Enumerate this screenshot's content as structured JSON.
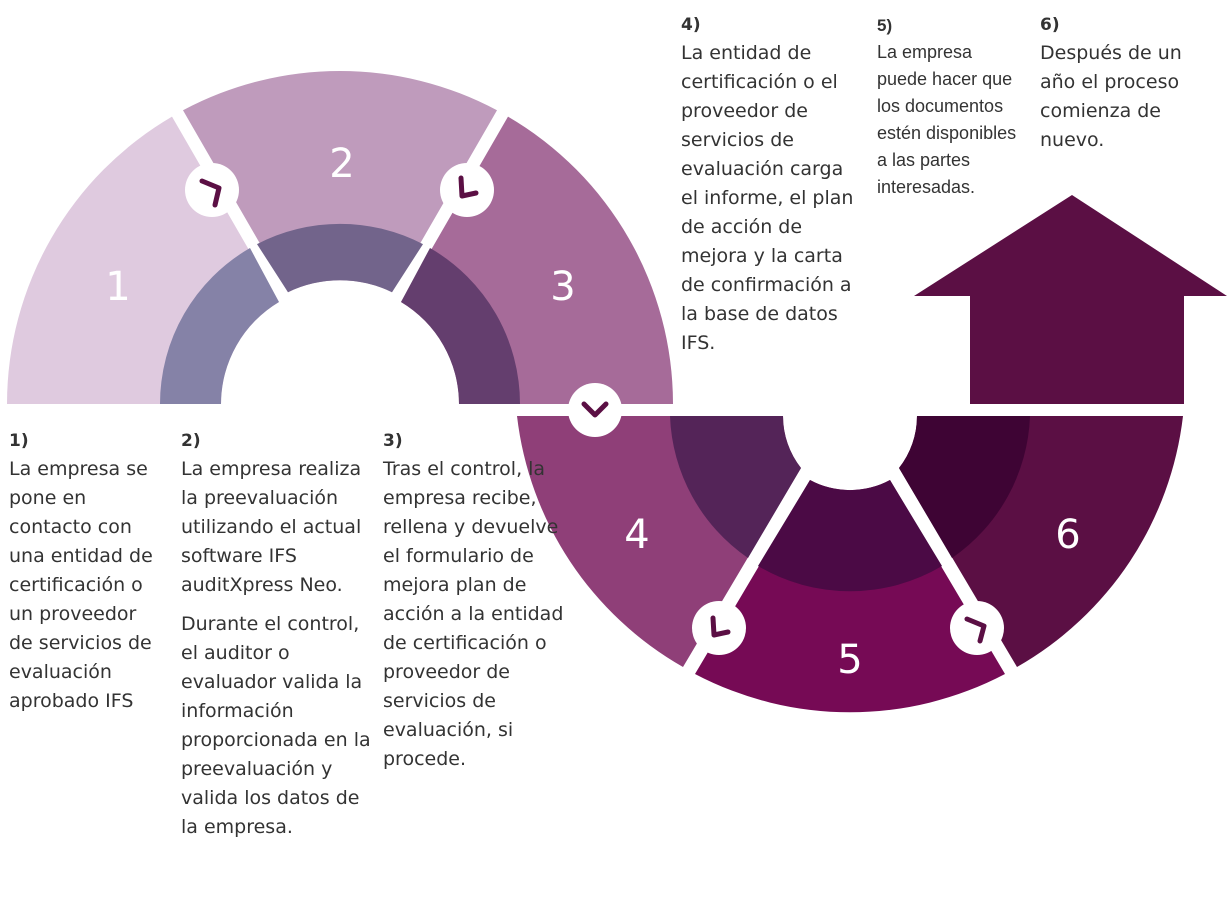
{
  "segments": {
    "s1": "1",
    "s2": "2",
    "s3": "3",
    "s4": "4",
    "s5": "5",
    "s6": "6"
  },
  "colors": {
    "seg1": "#dfcadf",
    "seg2": "#bf9bbc",
    "seg3": "#a66b99",
    "seg4": "#8f3f78",
    "seg5": "#760a55",
    "seg6": "#5b0f44",
    "ring1": "#8582a7",
    "ring2": "#72648b",
    "ring3": "#643e6e",
    "ring4": "#542458",
    "ring5": "#4b0a45",
    "ring6": "#3e0434",
    "arrow": "#5b0f44"
  },
  "steps": [
    {
      "num": "1)",
      "paras": [
        "La empresa se pone en contacto con una entidad de certificación o un proveedor de servicios de evaluación aprobado IFS"
      ]
    },
    {
      "num": "2)",
      "paras": [
        "La empresa realiza la preevaluación utilizando el actual software IFS auditXpress Neo.",
        "Durante el control, el auditor o evaluador valida la información proporcionada en la preevaluación y valida los datos de la empresa."
      ]
    },
    {
      "num": "3)",
      "paras": [
        "Tras el control, la empresa recibe, rellena y devuelve el formulario de mejora plan de acción a la entidad de certificación o proveedor de servicios de evaluación, si procede."
      ]
    },
    {
      "num": "4)",
      "paras": [
        "La entidad de certificación o el proveedor de servicios de evaluación carga el informe, el plan de acción de mejora y la carta de confirmación a la base de datos IFS."
      ]
    },
    {
      "num": "5)",
      "paras": [
        "La empresa puede hacer que los documentos estén disponibles a las partes interesadas."
      ]
    },
    {
      "num": "6)",
      "paras": [
        "Después de un año el proceso comienza de nuevo."
      ]
    }
  ],
  "icons": [
    "chevron-right-icon",
    "chevron-right-icon",
    "chevron-down-icon",
    "chevron-right-icon",
    "chevron-right-icon",
    "arrow-up-icon"
  ]
}
